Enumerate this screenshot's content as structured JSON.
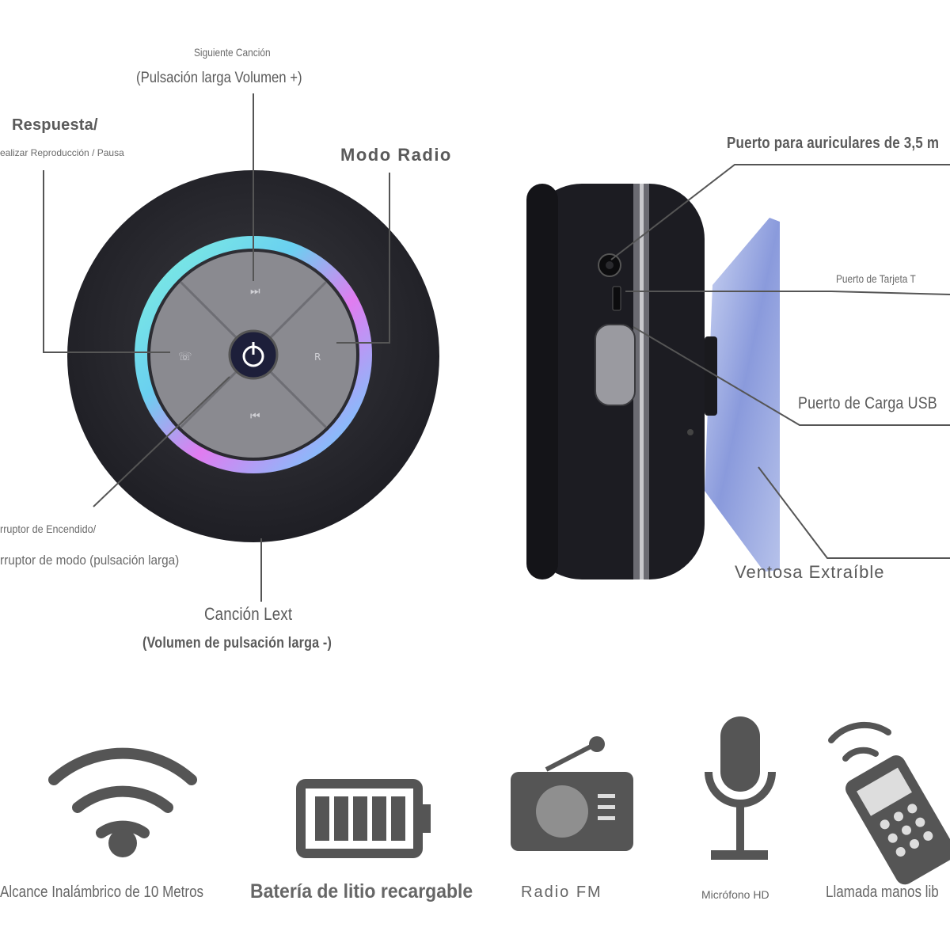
{
  "front_labels": {
    "next_song": "Siguiente Canción",
    "next_song_long": "(Pulsación larga Volumen +)",
    "respuesta": "Respuesta/",
    "respuesta_sub": "ealizar Reproducción / Pausa",
    "modo_radio": "Modo Radio",
    "power_1": "rruptor de Encendido/",
    "power_2": "rruptor de modo (pulsación larga)",
    "prev_song": "Canción Lext",
    "prev_song_long": "(Volumen de pulsación larga -)"
  },
  "side_labels": {
    "headphone": "Puerto para auriculares de 3,5 m",
    "tf_card": "Puerto de Tarjeta T",
    "usb": "Puerto de Carga USB",
    "suction": "Ventosa Extraíble"
  },
  "features": [
    {
      "icon": "wifi-icon",
      "label": "Alcance Inalámbrico de 10 Metros"
    },
    {
      "icon": "battery-icon",
      "label": "Batería de litio recargable"
    },
    {
      "icon": "radio-icon",
      "label": "Radio FM"
    },
    {
      "icon": "microphone-icon",
      "label": "Micrófono HD"
    },
    {
      "icon": "phone-icon",
      "label": "Llamada manos lib"
    }
  ]
}
